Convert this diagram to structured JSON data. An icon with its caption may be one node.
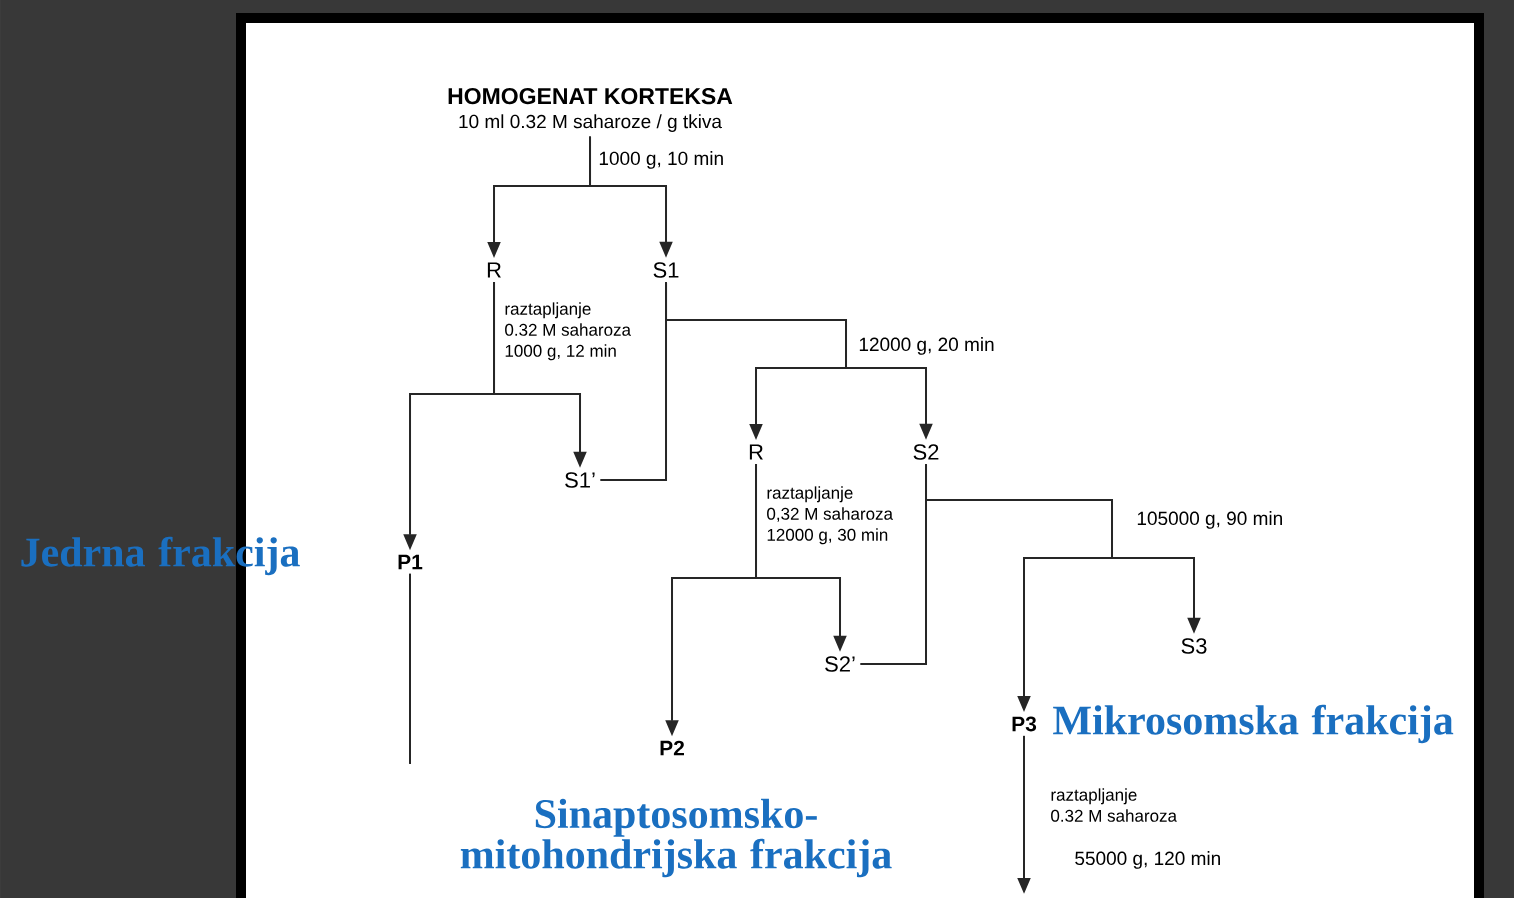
{
  "diagram": {
    "nodes": [
      {
        "text": [
          "HOMOGENAT KORTEKSA",
          "10 ml 0.32 M saharoze / g tkiva"
        ]
      },
      {
        "text": [
          "R"
        ]
      },
      {
        "text": [
          "S1"
        ]
      },
      {
        "text": [
          "S1’"
        ]
      },
      {
        "text": [
          "P1"
        ],
        "beside": [
          "Jedrna frakcija"
        ]
      },
      {
        "text": [
          "R"
        ]
      },
      {
        "text": [
          "S2"
        ]
      },
      {
        "text": [
          "S2’"
        ]
      },
      {
        "text": [
          "P2"
        ],
        "beside": [
          "Sinaptosomsko-mitohondrijska frakcija"
        ]
      },
      {
        "text": [
          "S3"
        ]
      },
      {
        "text": [
          "P3"
        ],
        "beside": [
          "Mikrosomska frakcija"
        ]
      }
    ],
    "edges": [
      {
        "from": 0,
        "to": 1,
        "arrow": "to"
      },
      {
        "from": 0,
        "to": 2,
        "arrow": "to",
        "label": "1000 g, 10 min"
      },
      {
        "from": 1,
        "to": 4,
        "arrow": "to"
      },
      {
        "from": 1,
        "to": 3,
        "arrow": "to",
        "label": "raztapljanje 0.32 M saharoza 1000 g, 12 min"
      },
      {
        "from": 2,
        "to": 3,
        "arrow": "none"
      },
      {
        "from": 2,
        "to": 5,
        "arrow": "to"
      },
      {
        "from": 2,
        "to": 6,
        "arrow": "to",
        "label": "12000 g, 20 min"
      },
      {
        "from": 5,
        "to": 8,
        "arrow": "to"
      },
      {
        "from": 5,
        "to": 7,
        "arrow": "to",
        "label": "raztapljanje 0,32 M saharoza 12000 g, 30 min"
      },
      {
        "from": 6,
        "to": 7,
        "arrow": "none"
      },
      {
        "from": 6,
        "to": 10,
        "arrow": "to"
      },
      {
        "from": 6,
        "to": 9,
        "arrow": "to",
        "label": "105000 g, 90 min"
      },
      {
        "from": 4,
        "to": null,
        "arrow": "none"
      },
      {
        "from": 10,
        "to": null,
        "arrow": "to",
        "label": "raztapljanje 0.32 M saharoza"
      }
    ],
    "labels": [
      "55000 g, 120 min"
    ]
  }
}
